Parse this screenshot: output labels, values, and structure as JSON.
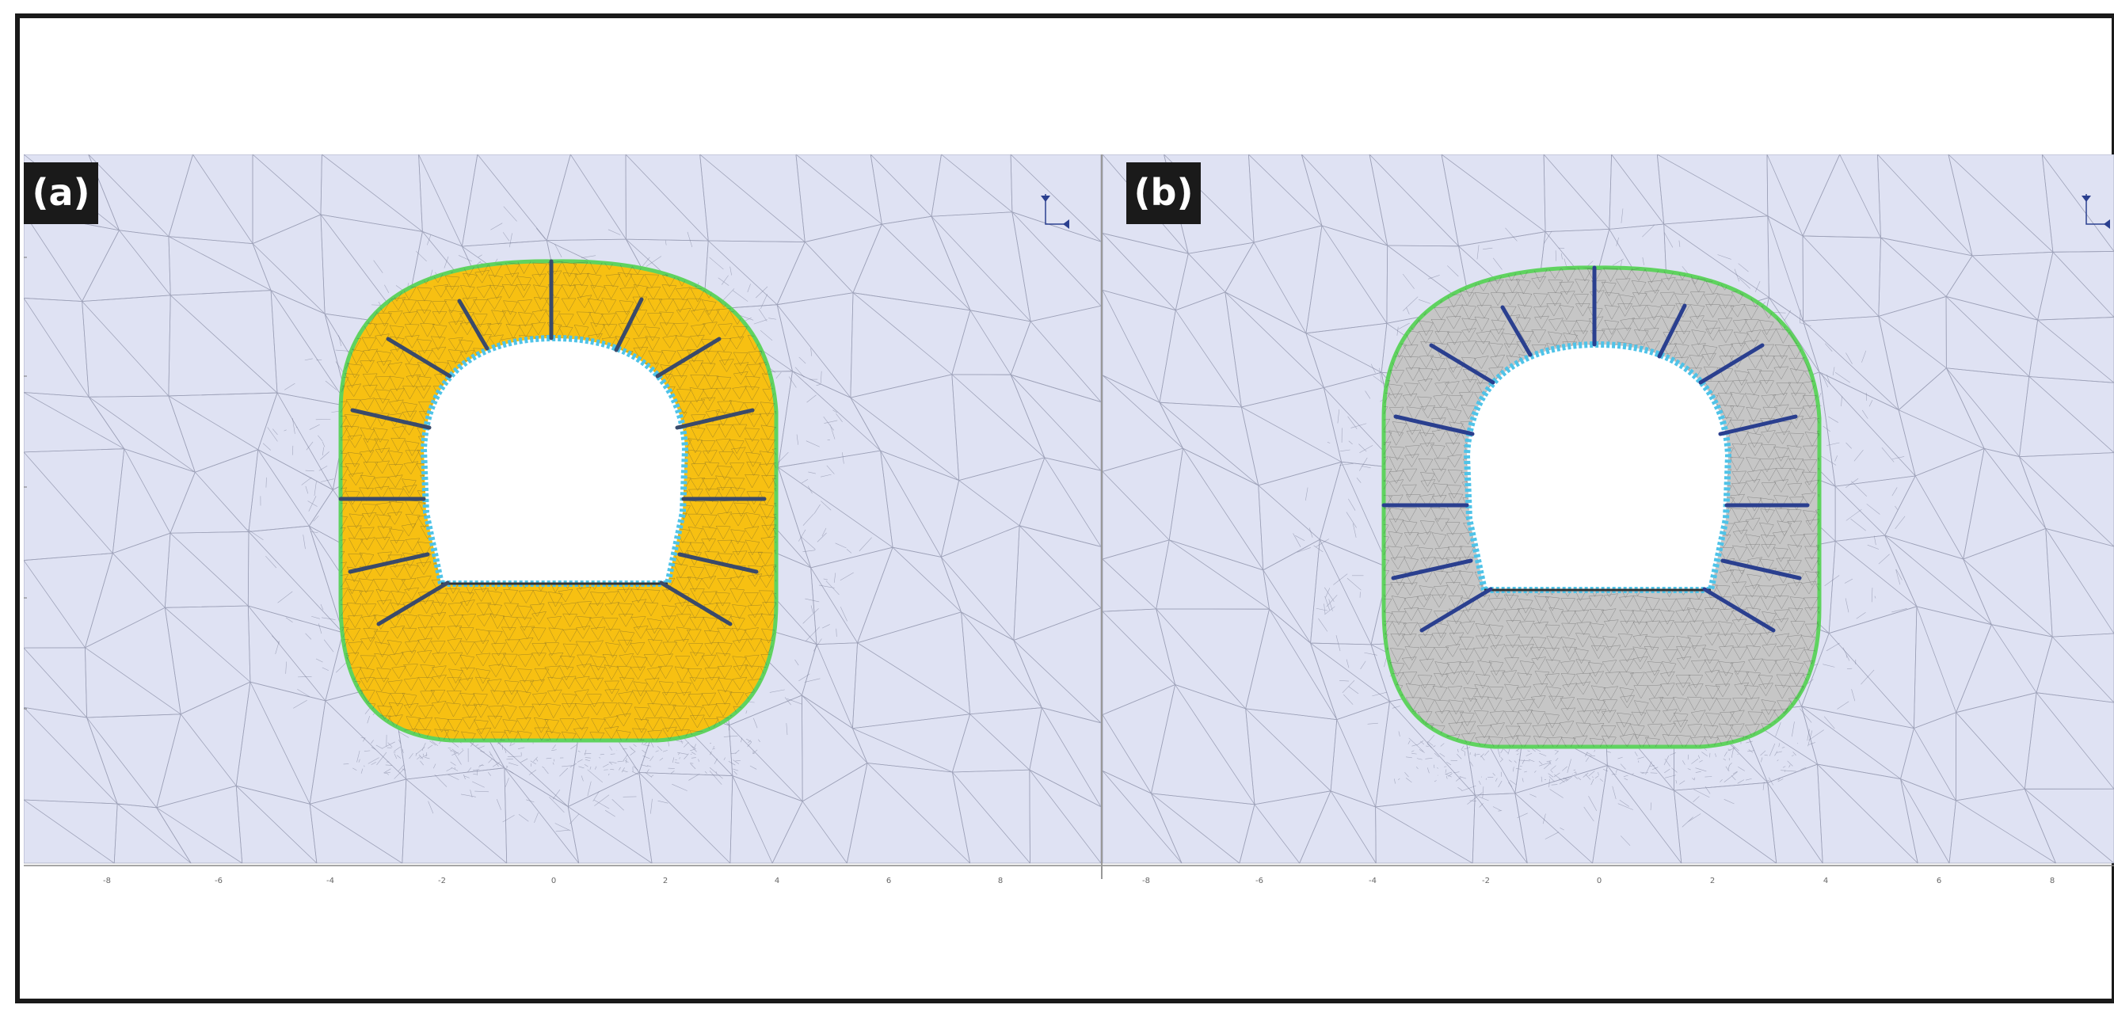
{
  "panels": [
    {
      "id": "a",
      "label": "(a)",
      "lining_fill": "#f7c012",
      "bolt_color": "#3a4a6a",
      "x_ticks": [
        "-8",
        "-6",
        "-4",
        "-2",
        "0",
        "2",
        "4",
        "6",
        "8"
      ]
    },
    {
      "id": "b",
      "label": "(b)",
      "lining_fill": "#c6c6c6",
      "bolt_color": "#2a3f8f",
      "x_ticks": [
        "-8",
        "-6",
        "-4",
        "-2",
        "0",
        "2",
        "4",
        "6",
        "8"
      ]
    }
  ],
  "colors": {
    "background_mesh": "#dfe2f3",
    "mesh_line": "#6a6f8a",
    "inner_boundary": "#4fc3e8",
    "outer_boundary": "#5fd35f",
    "label_bg": "#1a1a1a",
    "label_text": "#ffffff",
    "frame": "#1a1a1a"
  },
  "icons": {
    "axis_indicator": "axis-indicator-icon"
  }
}
